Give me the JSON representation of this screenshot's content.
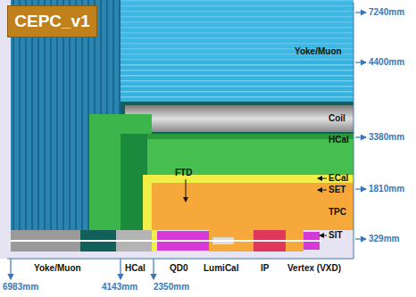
{
  "diagram": {
    "nodes": [
      {
        "text": [
          "CEPC_v1"
        ]
      }
    ],
    "labels": [
      "7240mm",
      "4400mm",
      "3380mm",
      "1810mm",
      "329mm",
      "Yoke/Muon",
      "Coil",
      "HCal",
      "ECal",
      "SET",
      "TPC",
      "FTD",
      "SIT",
      "Yoke/Muon",
      "HCal",
      "QD0",
      "LumiCal",
      "IP",
      "Vertex (VXD)",
      "6983mm",
      "4143mm",
      "2350mm"
    ]
  }
}
